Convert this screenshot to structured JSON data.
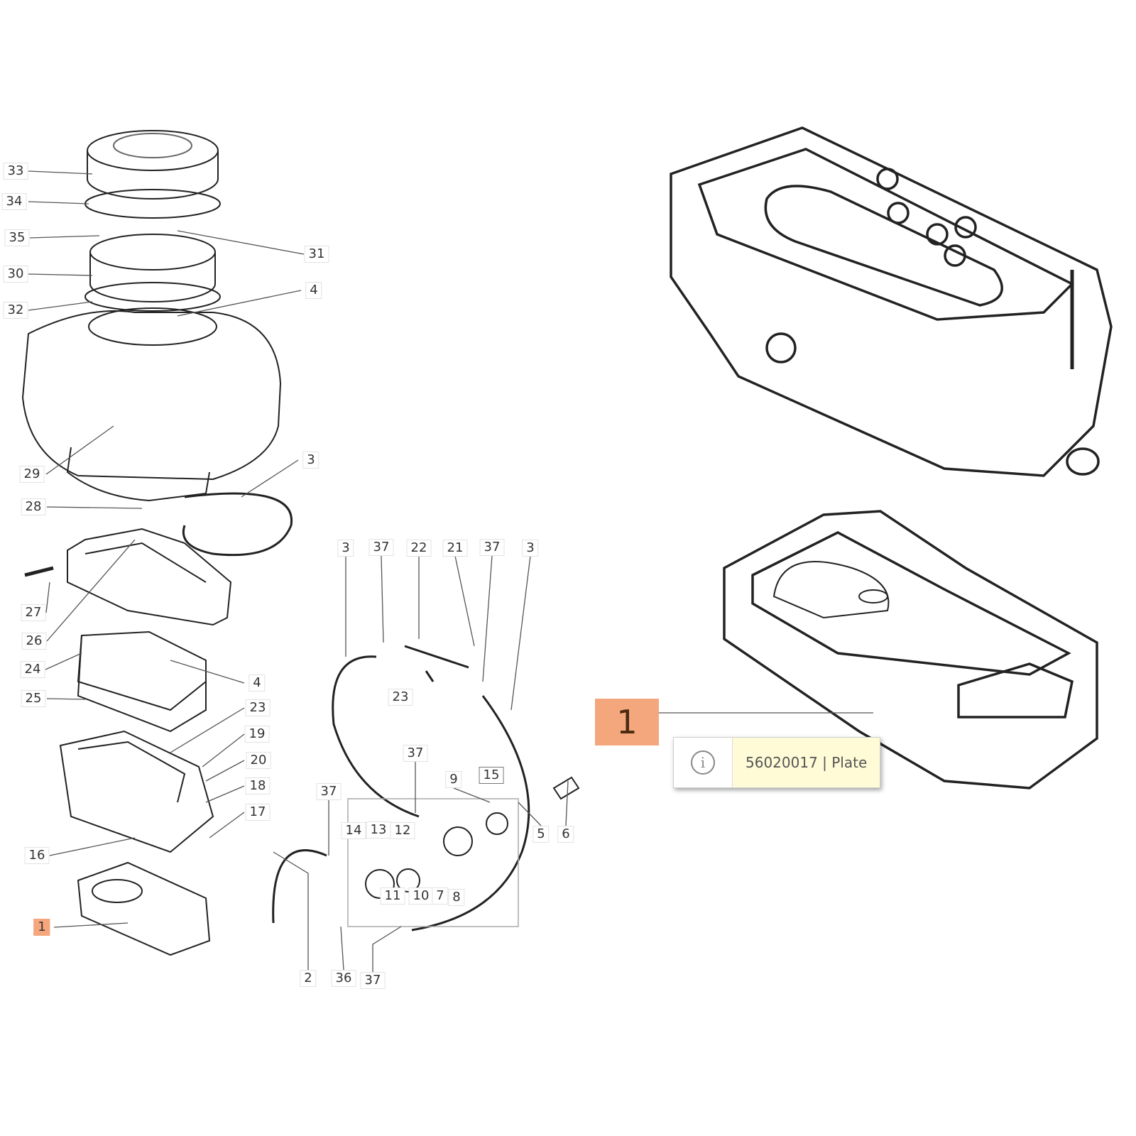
{
  "callouts": {
    "c33": "33",
    "c34": "34",
    "c35": "35",
    "c31": "31",
    "c30": "30",
    "c4a": "4",
    "c32": "32",
    "c29": "29",
    "c3a": "3",
    "c28": "28",
    "c27": "27",
    "c26": "26",
    "c24": "24",
    "c4b": "4",
    "c25": "25",
    "c23a": "23",
    "c19": "19",
    "c20": "20",
    "c18": "18",
    "c17": "17",
    "c16": "16",
    "c1": "1",
    "c3b": "3",
    "c37a": "37",
    "c22": "22",
    "c21": "21",
    "c37b": "37",
    "c3c": "3",
    "c23b": "23",
    "c37c": "37",
    "c37d": "37",
    "c9": "9",
    "c15": "15",
    "c14": "14",
    "c13": "13",
    "c12": "12",
    "c11": "11",
    "c10": "10",
    "c7": "7",
    "c8": "8",
    "c5": "5",
    "c6": "6",
    "c2": "2",
    "c36": "36",
    "c37e": "37"
  },
  "selected": {
    "number": "1",
    "tooltip_text": "56020017 | Plate",
    "tooltip_icon": "info-icon"
  },
  "colors": {
    "highlight": "#f4a77c",
    "tooltip_bg": "#fefbd6"
  }
}
